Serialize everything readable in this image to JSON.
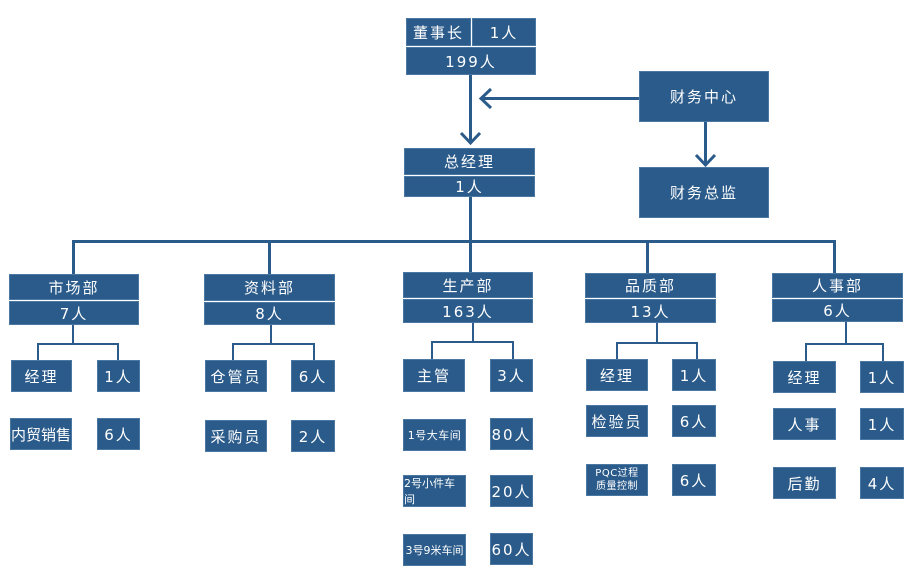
{
  "chairman": {
    "title": "董事长",
    "count": "1人",
    "total": "199人"
  },
  "finance": {
    "center": "财务中心",
    "director": "财务总监"
  },
  "gm": {
    "title": "总经理",
    "count": "1人"
  },
  "departments": {
    "market": {
      "name": "市场部",
      "count": "7人",
      "roles": [
        {
          "role": "经理",
          "count": "1人"
        },
        {
          "role": "内贸销售",
          "count": "6人"
        }
      ]
    },
    "data": {
      "name": "资料部",
      "count": "8人",
      "roles": [
        {
          "role": "仓管员",
          "count": "6人"
        },
        {
          "role": "采购员",
          "count": "2人"
        }
      ]
    },
    "production": {
      "name": "生产部",
      "count": "163人",
      "roles": [
        {
          "role": "主管",
          "count": "3人"
        },
        {
          "role": "1号大车间",
          "count": "80人"
        },
        {
          "role": "2号小件车间",
          "count": "20人"
        },
        {
          "role": "3号9米车间",
          "count": "60人"
        }
      ]
    },
    "quality": {
      "name": "品质部",
      "count": "13人",
      "roles": [
        {
          "role": "经理",
          "count": "1人"
        },
        {
          "role": "检验员",
          "count": "6人"
        },
        {
          "role_line1": "PQC过程",
          "role_line2": "质量控制",
          "count": "6人"
        }
      ]
    },
    "hr": {
      "name": "人事部",
      "count": "6人",
      "roles": [
        {
          "role": "经理",
          "count": "1人"
        },
        {
          "role": "人事",
          "count": "1人"
        },
        {
          "role": "后勤",
          "count": "4人"
        }
      ]
    }
  },
  "colors": {
    "box": "#2b5b8a",
    "divider": "#c9d6e3"
  }
}
